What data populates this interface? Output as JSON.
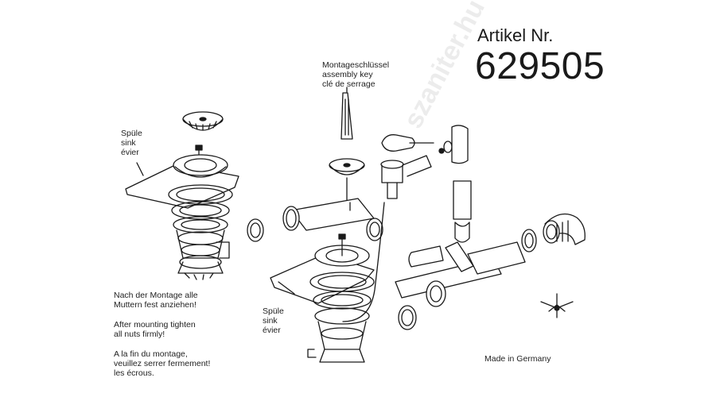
{
  "header": {
    "article_label": "Artikel Nr.",
    "article_number": "629505"
  },
  "labels": {
    "key": [
      "Montageschlüssel",
      "assembly key",
      "clé de serrage"
    ],
    "sink_left": [
      "Spüle",
      "sink",
      "évier"
    ],
    "sink_right": [
      "Spüle",
      "sink",
      "évier"
    ]
  },
  "instructions": {
    "de": [
      "Nach der Montage alle",
      "Muttern fest anziehen!"
    ],
    "en": [
      "After mounting tighten",
      "all nuts firmly!"
    ],
    "fr": [
      "A la fin du montage,",
      "veuillez serrer fermement!",
      "les écrous."
    ]
  },
  "footer": {
    "made_in": "Made in Germany"
  },
  "watermark": "szaniter.hu",
  "colors": {
    "ink": "#1a1a1a",
    "paper": "#ffffff"
  }
}
